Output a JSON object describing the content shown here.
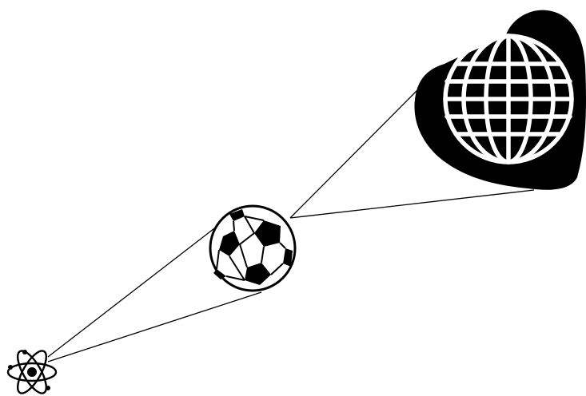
{
  "scene": {
    "subjects": [
      "atom",
      "soccer-ball",
      "globe"
    ],
    "ink_color": "#000000",
    "paper_color": "#ffffff"
  }
}
